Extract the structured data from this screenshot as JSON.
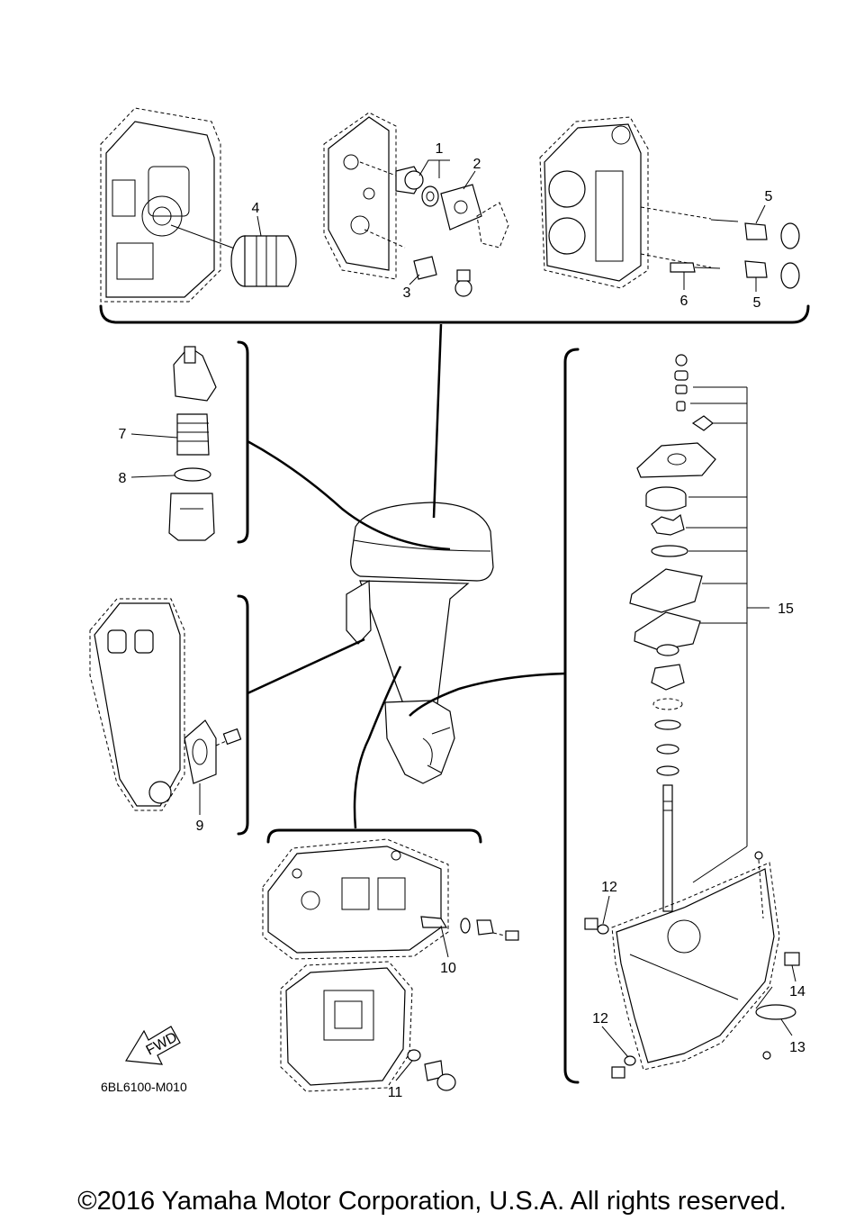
{
  "diagram_code": "6BL6100-M010",
  "copyright": "©2016 Yamaha Motor Corporation, U.S.A. All rights reserved.",
  "fwd_label": "FWD",
  "callouts": [
    "1",
    "2",
    "3",
    "4",
    "5",
    "5",
    "6",
    "7",
    "8",
    "9",
    "10",
    "11",
    "12",
    "12",
    "13",
    "14",
    "15"
  ]
}
